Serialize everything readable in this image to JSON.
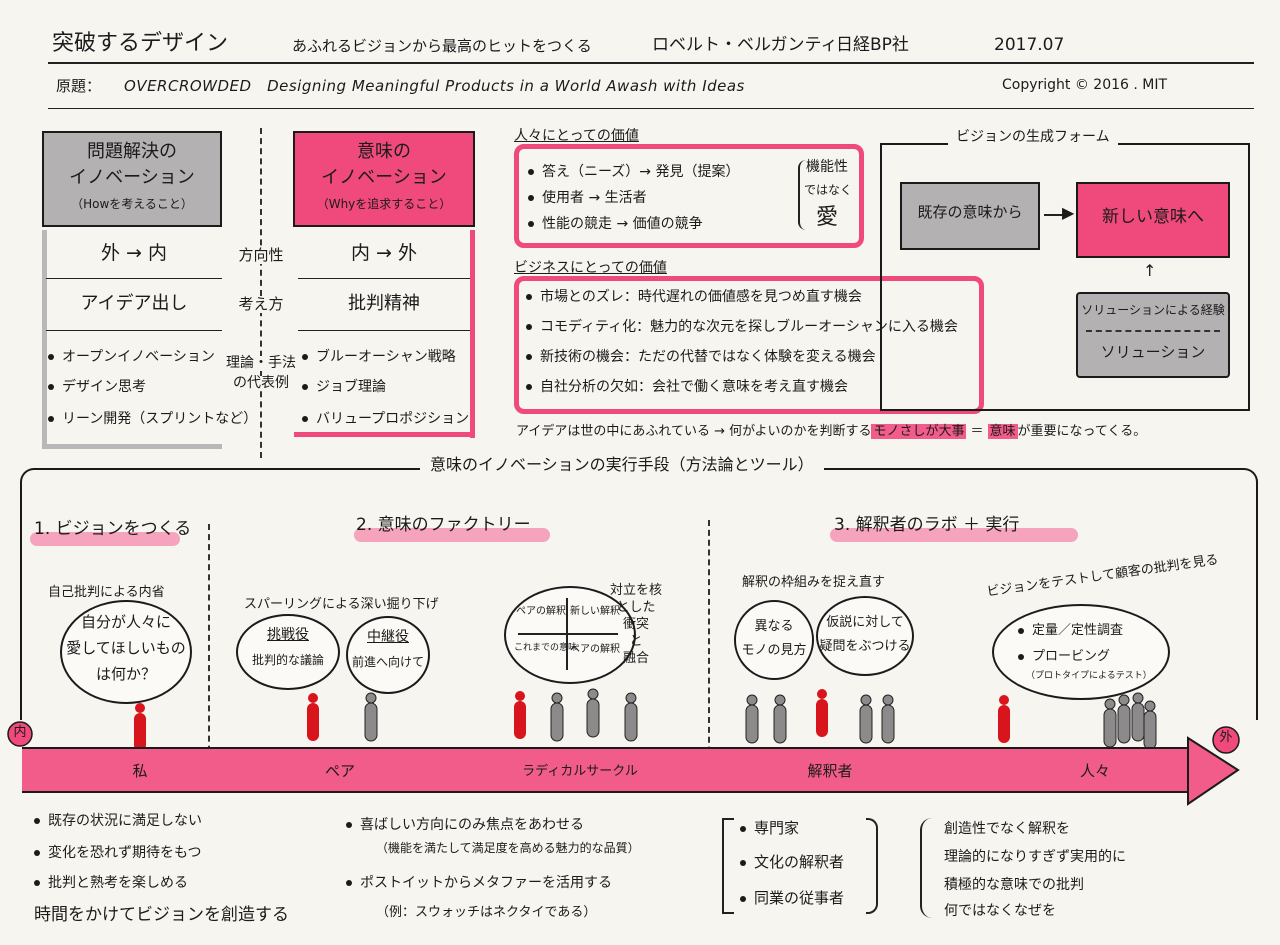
{
  "header": {
    "title": "突破するデザイン",
    "subtitle": "あふれるビジョンから最高のヒットをつくる",
    "author": "ロベルト・ベルガンティ",
    "publisher": "日経BP社",
    "date": "2017.07"
  },
  "original": {
    "label": "原題：",
    "title": "OVERCROWDED　Designing Meaningful Products in a World Awash with Ideas",
    "copyright": "Copyright © 2016 . MIT"
  },
  "comparison": {
    "left_title": [
      "問題解決の",
      "イノベーション"
    ],
    "left_sub": "（Howを考えること）",
    "right_title": [
      "意味の",
      "イノベーション"
    ],
    "right_sub": "（Whyを追求すること）",
    "rows": [
      {
        "label": "方向性",
        "left": "外 → 内",
        "right": "内 → 外"
      },
      {
        "label": "考え方",
        "left": "アイデア出し",
        "right": "批判精神"
      }
    ],
    "methods_label": [
      "理論・手法",
      "の代表例"
    ],
    "left_methods": [
      "オープンイノベーション",
      "デザイン思考",
      "リーン開発（スプリントなど）"
    ],
    "right_methods": [
      "ブルーオーシャン戦略",
      "ジョブ理論",
      "バリュープロポジション"
    ]
  },
  "people_value": {
    "title": "人々にとっての価値",
    "items": [
      "答え（ニーズ）→ 発見（提案）",
      "使用者 → 生活者",
      "性能の競走 → 価値の競争"
    ],
    "side": [
      "機能性",
      "ではなく",
      "愛"
    ]
  },
  "business_value": {
    "title": "ビジネスにとっての価値",
    "items": [
      "市場とのズレ：時代遅れの価値感を見つめ直す機会",
      "コモディティ化：魅力的な次元を探しブルーオーシャンに入る機会",
      "新技術の機会：ただの代替ではなく体験を変える機会",
      "自社分析の欠如：会社で働く意味を考え直す機会"
    ]
  },
  "vision_form": {
    "title": "ビジョンの生成フォーム",
    "existing": "既存の意味から",
    "new": "新しい意味へ",
    "solution_top": "ソリューションによる経験",
    "solution": "ソリューション"
  },
  "conclusion": {
    "before": "アイデアは世の中にあふれている → 何がよいのかを判断する",
    "hl1": "モノさしが大事",
    "eq": "＝",
    "hl2": "意味",
    "after": "が重要になってくる。"
  },
  "method": {
    "title": "意味のイノベーションの実行手段（方法論とツール）",
    "sections": [
      "1. ビジョンをつくる",
      "2. 意味のファクトリー",
      "3. 解釈者のラボ ＋ 実行"
    ]
  },
  "bubbles": {
    "self_caption": "自己批判による内省",
    "self": [
      "自分が人々に",
      "愛してほしいもの",
      "は何か？"
    ],
    "sparring_caption": "スパーリングによる深い掘り下げ",
    "challenger": [
      "挑戦役",
      "批判的な議論"
    ],
    "mediator": [
      "中継役",
      "前進へ向けて"
    ],
    "matrix": [
      "ペアの解釈",
      "新しい解釈",
      "これまでの意味",
      "ペアの解釈"
    ],
    "conflict": [
      "対立を核",
      "とした",
      "衝突",
      "と",
      "融合"
    ],
    "frame_caption": "解釈の枠組みを捉え直す",
    "different": [
      "異なる",
      "モノの見方"
    ],
    "hypothesis": [
      "仮説に対して",
      "疑問をぶつける"
    ],
    "test_caption": "ビジョンをテストして顧客の批判を見る",
    "test": [
      "定量／定性調査",
      "プロービング",
      "（プロトタイプによるテスト）"
    ]
  },
  "timeline": {
    "start": "内",
    "end": "外",
    "stages": [
      "私",
      "ペア",
      "ラディカルサークル",
      "解釈者",
      "人々"
    ]
  },
  "notes": {
    "col1": [
      "既存の状況に満足しない",
      "変化を恐れず期待をもつ",
      "批判と熟考を楽しめる"
    ],
    "col1_bottom": "時間をかけてビジョンを創造する",
    "col2": [
      "喜ばしい方向にのみ焦点をあわせる",
      "ポストイットからメタファーを活用する"
    ],
    "col2_sub": [
      "（機能を満たして満足度を高める魅力的な品質）",
      "（例：スウォッチはネクタイである）"
    ],
    "col3": [
      "専門家",
      "文化の解釈者",
      "同業の従事者"
    ],
    "col4": [
      "創造性でなく解釈を",
      "理論的になりすぎず実用的に",
      "積極的な意味での批判",
      "何ではなくなぜを"
    ]
  },
  "colors": {
    "pink": "#f04a7c",
    "gray": "#b3b1b2",
    "paper": "#f7f5ef",
    "person_red": "#d8141c",
    "person_gray": "#8c8a8b"
  }
}
